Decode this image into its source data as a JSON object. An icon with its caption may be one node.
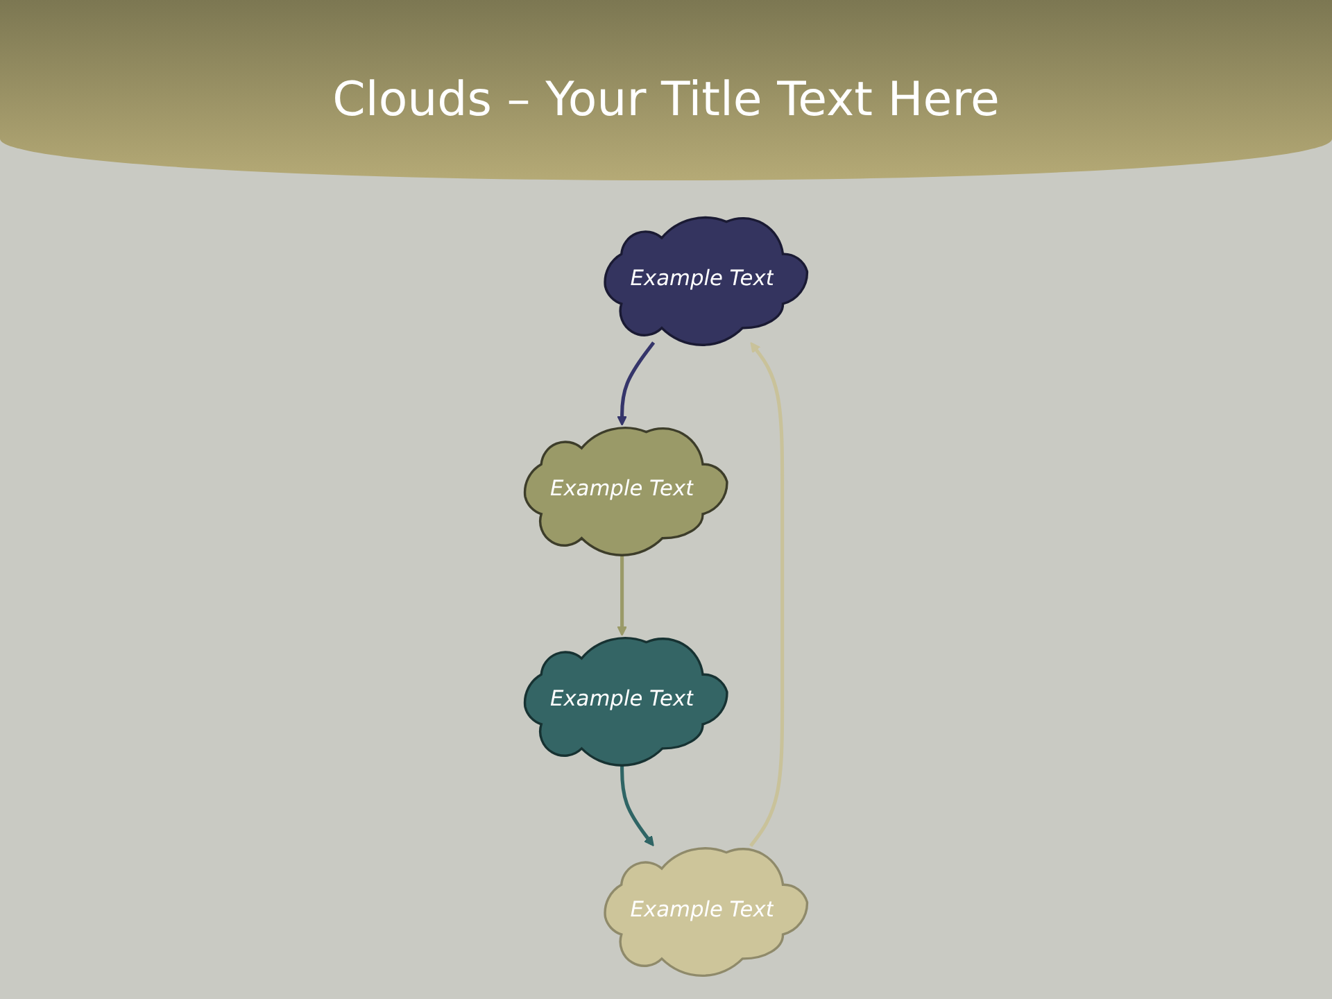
{
  "diagram": {
    "title": "Clouds – Your Title Text Here",
    "nodes": [
      {
        "text": [
          "Example Text"
        ]
      },
      {
        "text": [
          "Example Text"
        ]
      },
      {
        "text": [
          "Example Text"
        ]
      },
      {
        "text": [
          "Example Text"
        ]
      }
    ],
    "edges": [
      {
        "from": 0,
        "to": 2,
        "arrow": "to",
        "color": "#35356a"
      },
      {
        "from": 2,
        "to": 3,
        "arrow": "to",
        "color": "#9a9a68"
      },
      {
        "from": 3,
        "to": 1,
        "arrow": "to",
        "color": "#2f6565"
      },
      {
        "from": 1,
        "to": 0,
        "arrow": "to",
        "color": "#c9c29a"
      }
    ]
  }
}
